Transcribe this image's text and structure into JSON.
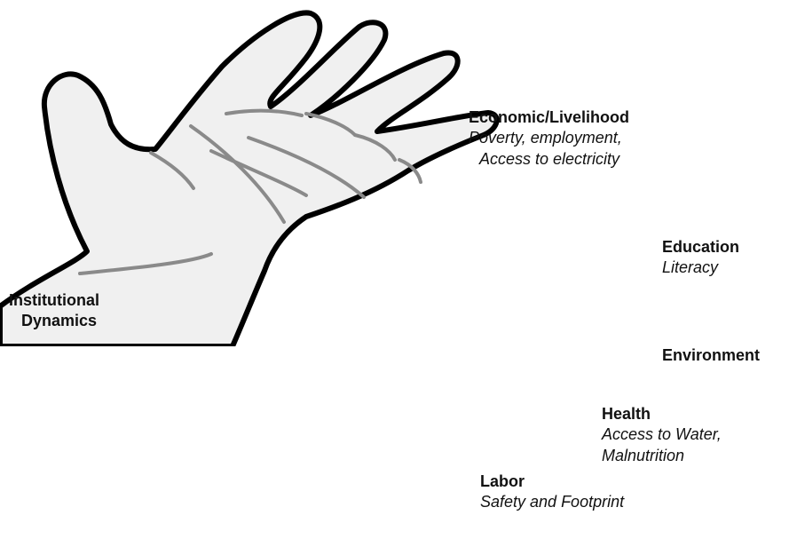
{
  "colors": {
    "hand_fill": "#f0f0f0",
    "hand_outline": "#000000",
    "palm_lines": "#8a8a8a"
  },
  "hand": {
    "icon": "open-hand-illustration"
  },
  "labels": {
    "economic": {
      "title": "Economic/Livelihood",
      "desc_line1": "Poverty, employment,",
      "desc_line2": "Access to electricity"
    },
    "education": {
      "title": "Education",
      "desc": "Literacy"
    },
    "environment": {
      "title": "Environment"
    },
    "health": {
      "title": "Health",
      "desc_line1": "Access to Water,",
      "desc_line2": "Malnutrition"
    },
    "labor": {
      "title": "Labor",
      "desc": "Safety and Footprint"
    },
    "institutional": {
      "line1": "Institutional",
      "line2": "Dynamics"
    }
  }
}
